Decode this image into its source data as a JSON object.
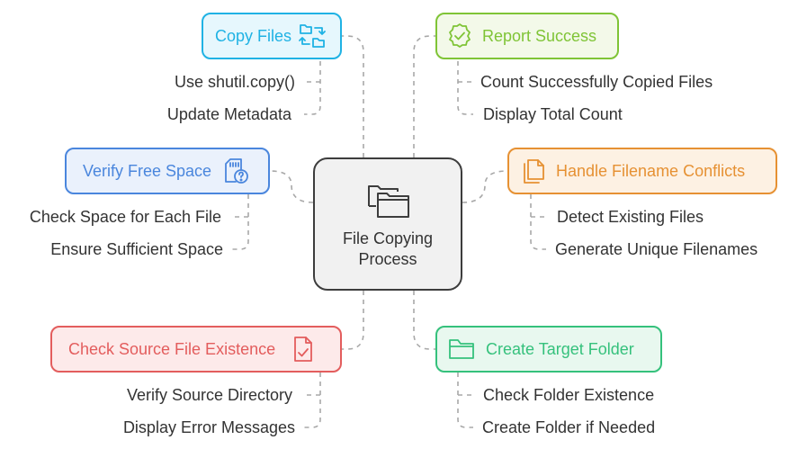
{
  "center": {
    "label": "File Copying\nProcess"
  },
  "colors": {
    "blue": "#1fb2e4",
    "green": "#7fc436",
    "royal_blue": "#4a86dd",
    "orange": "#e69133",
    "red": "#e35d5d",
    "teal": "#35c17c",
    "connector": "#a8a8a8"
  },
  "nodes": {
    "copy_files": {
      "title": "Copy Files",
      "icon": "folders-swap-icon",
      "items": [
        "Use shutil.copy()",
        "Update Metadata"
      ]
    },
    "report_success": {
      "title": "Report Success",
      "icon": "award-badge-icon",
      "items": [
        "Count Successfully Copied Files",
        "Display Total Count"
      ]
    },
    "verify_free_space": {
      "title": "Verify Free Space",
      "icon": "sd-card-question-icon",
      "items": [
        "Check Space for Each File",
        "Ensure Sufficient Space"
      ]
    },
    "handle_conflicts": {
      "title": "Handle Filename Conflicts",
      "icon": "copy-documents-icon",
      "items": [
        "Detect Existing Files",
        "Generate Unique Filenames"
      ]
    },
    "check_source": {
      "title": "Check Source File Existence",
      "icon": "file-check-icon",
      "items": [
        "Verify Source Directory",
        "Display Error Messages"
      ]
    },
    "create_target": {
      "title": "Create Target Folder",
      "icon": "folder-icon",
      "items": [
        "Check Folder Existence",
        "Create Folder if Needed"
      ]
    }
  }
}
